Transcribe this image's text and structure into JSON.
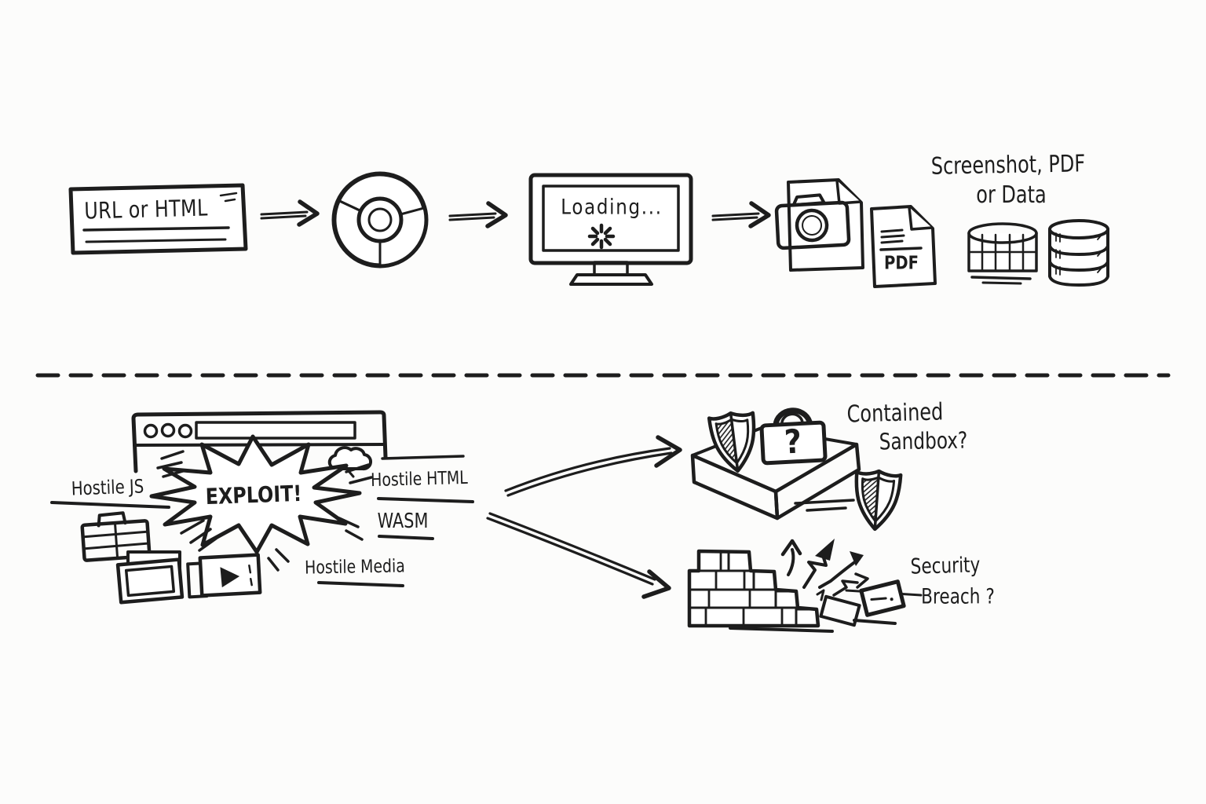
{
  "colors": {
    "ink": "#1d1d1d",
    "background": "#fcfcfb"
  },
  "top_flow": {
    "input_box": {
      "label": "URL or HTML"
    },
    "browser_step": {
      "icon": "chrome-browser-icon"
    },
    "render_step": {
      "label": "Loading...",
      "spinner_icon": "loading-spinner-icon"
    },
    "outputs": {
      "pdf_file_label": "PDF",
      "caption_line1": "Screenshot, PDF",
      "caption_line2": "or Data",
      "icons": [
        "screenshot-file-icon",
        "pdf-file-icon",
        "data-table-icon",
        "database-icon"
      ]
    }
  },
  "threats": {
    "exploit_label": "EXPLOIT!",
    "hostile_js_label": "Hostile JS",
    "hostile_html_label": "Hostile HTML",
    "wasm_label": "WASM",
    "hostile_media_label": "Hostile Media",
    "icons": [
      "browser-window-icon",
      "crate-icon",
      "photo-icon",
      "video-player-icon",
      "cloud-icon"
    ]
  },
  "outcomes": {
    "sandbox": {
      "line1": "Contained",
      "line2": "Sandbox?",
      "lock_question_mark": "?",
      "icons": [
        "open-box-icon",
        "padlock-icon",
        "shield-icon",
        "shield-icon"
      ]
    },
    "breach": {
      "line1": "Security",
      "line2": "Breach ?",
      "icons": [
        "broken-brick-wall-icon",
        "escape-arrows-icon",
        "flying-brick-icon"
      ]
    }
  }
}
